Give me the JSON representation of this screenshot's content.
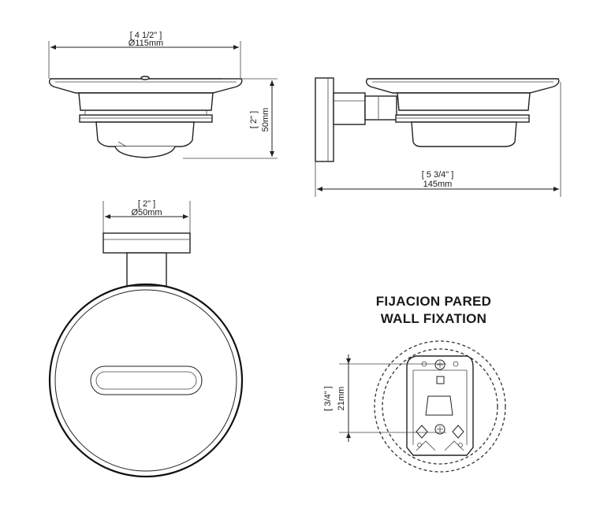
{
  "top_view": {
    "width_imperial": "[ 4 1/2\" ]",
    "width_metric": "Ø115mm",
    "height_imperial": "[ 2\" ]",
    "height_metric": "50mm"
  },
  "side_view": {
    "depth_imperial": "[ 5 3/4\" ]",
    "depth_metric": "145mm"
  },
  "front_view": {
    "base_imperial": "[ 2\" ]",
    "base_metric": "Ø50mm"
  },
  "wall_fixation": {
    "title_es": "FIJACION PARED",
    "title_en": "WALL FIXATION",
    "spacing_imperial": "[ 3/4\" ]",
    "spacing_metric": "21mm"
  }
}
